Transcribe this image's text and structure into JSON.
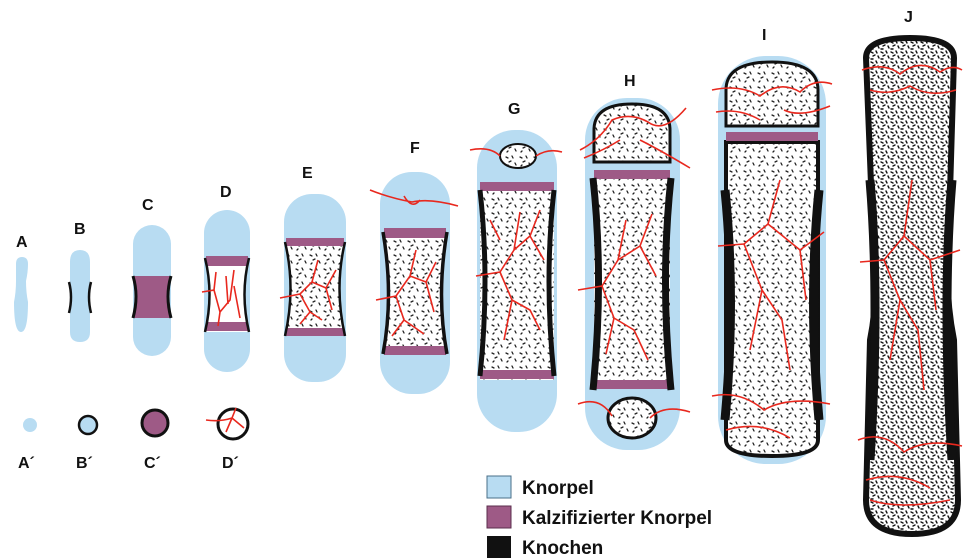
{
  "stages": {
    "A": "A",
    "B": "B",
    "C": "C",
    "D": "D",
    "E": "E",
    "F": "F",
    "G": "G",
    "H": "H",
    "I": "I",
    "J": "J"
  },
  "cross_sections": {
    "A": "A´",
    "B": "B´",
    "C": "C´",
    "D": "D´"
  },
  "legend": {
    "cartilage": "Knorpel",
    "calcified_cartilage": "Kalzifizierter Knorpel",
    "bone": "Knochen"
  },
  "colors": {
    "cartilage": "#b8dcf2",
    "calcified_cartilage": "#9e5a86",
    "bone": "#111111",
    "vessel": "#e8281e"
  }
}
